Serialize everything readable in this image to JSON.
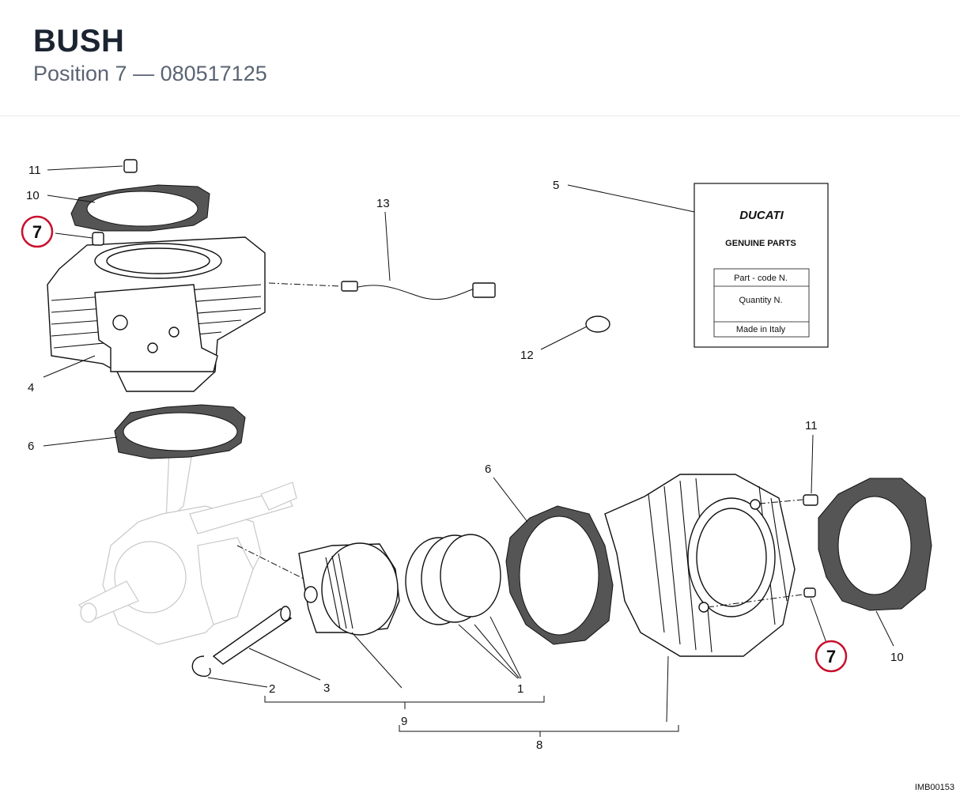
{
  "header": {
    "title": "BUSH",
    "subtitle": "Position 7 — 080517125"
  },
  "highlight": {
    "position": "7",
    "color": "#c8102e"
  },
  "labels": {
    "n1": "1",
    "n2": "2",
    "n3": "3",
    "n4": "4",
    "n5": "5",
    "n6a": "6",
    "n6b": "6",
    "n8": "8",
    "n9": "9",
    "n10a": "10",
    "n10b": "10",
    "n11a": "11",
    "n11b": "11",
    "n12": "12",
    "n13": "13"
  },
  "parts_tag": {
    "brand": "DUCATI",
    "heading": "GENUINE PARTS",
    "field1": "Part - code N.",
    "field2": "Quantity N.",
    "field3": "Made in Italy"
  },
  "diagram_code": "IMB00153"
}
